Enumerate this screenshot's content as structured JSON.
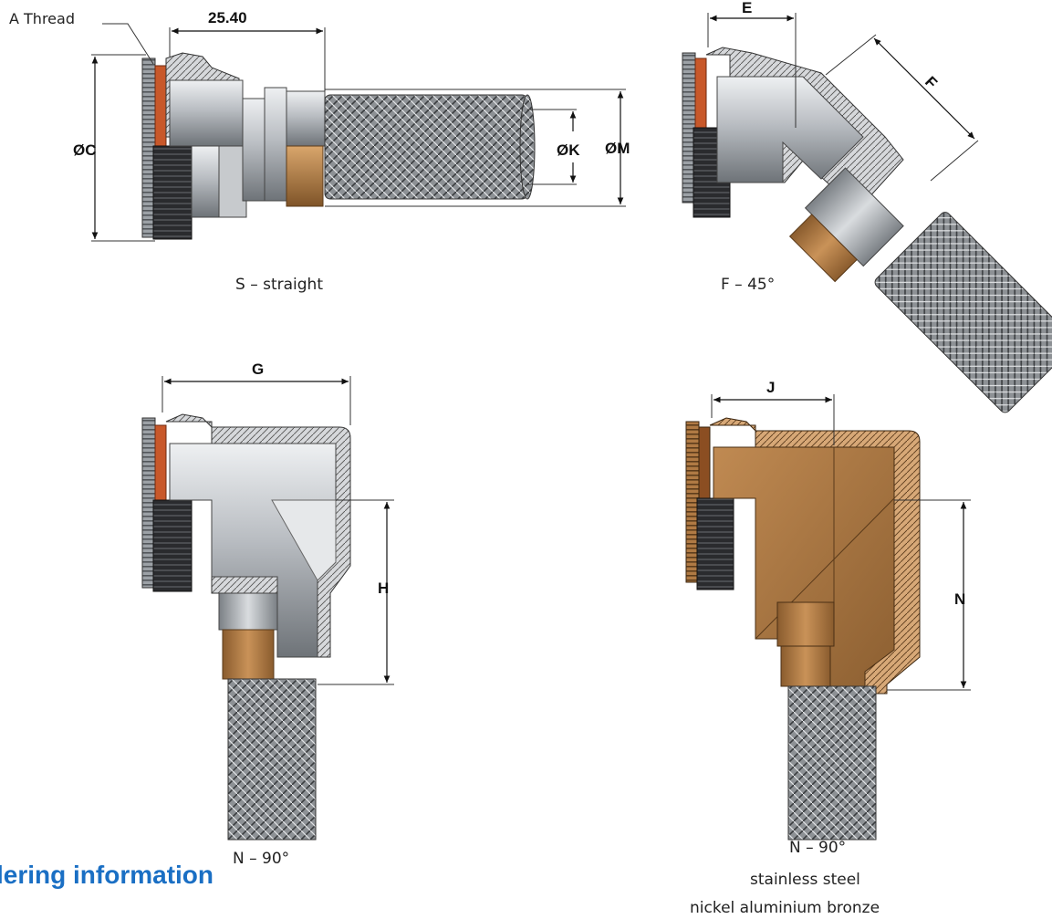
{
  "colors": {
    "metal_light": "#d7d9dc",
    "metal_mid": "#9ea3a8",
    "metal_dark": "#5c6166",
    "bronze_light": "#c9945e",
    "bronze_mid": "#9c6a35",
    "bronze_dark": "#6b4521",
    "seal_orange": "#c8582a",
    "knurl_black": "#1e1f21",
    "heading_blue": "#1a6fc4"
  },
  "views": {
    "straight": {
      "caption": "S – straight",
      "callout": "A Thread",
      "dim_length": "25.40",
      "dim_c": "ØC",
      "dim_k": "ØK",
      "dim_m": "ØM"
    },
    "angle45": {
      "caption": "F – 45°",
      "dim_e": "E",
      "dim_f": "F"
    },
    "elbow90": {
      "caption": "N – 90°",
      "dim_g": "G",
      "dim_h": "H"
    },
    "elbow90_bronze": {
      "caption": "N – 90°",
      "material_1": "stainless steel",
      "material_2": "nickel aluminium bronze",
      "dim_j": "J",
      "dim_n": "N"
    }
  },
  "section_heading": "lering information"
}
